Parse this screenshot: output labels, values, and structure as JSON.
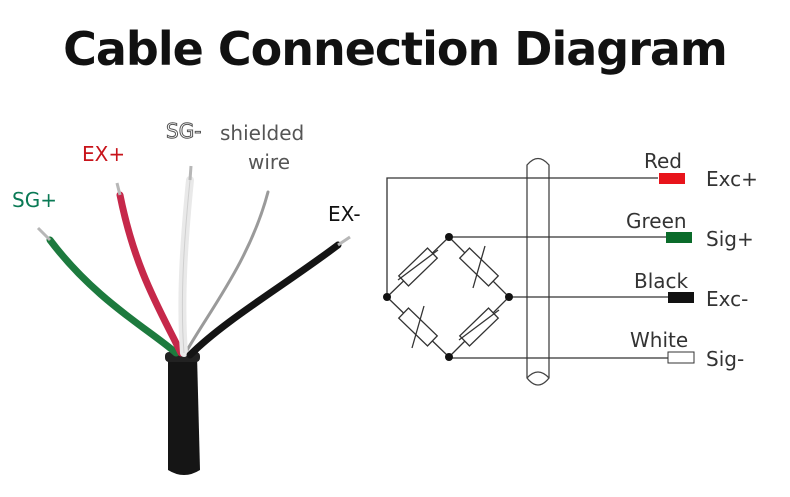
{
  "title": "Cable Connection Diagram",
  "cable": {
    "sg_plus": "SG+",
    "ex_plus": "EX+",
    "sg_minus": "SG-",
    "shielded_line1": "shielded",
    "shielded_line2": "wire",
    "ex_minus": "EX-"
  },
  "wires": [
    {
      "color_name": "Red",
      "signal": "Exc+",
      "color": "#e8141b"
    },
    {
      "color_name": "Green",
      "signal": "Sig+",
      "color": "#0a6b2a"
    },
    {
      "color_name": "Black",
      "signal": "Exc-",
      "color": "#111111"
    },
    {
      "color_name": "White",
      "signal": "Sig-",
      "color": "#ffffff"
    }
  ],
  "colors": {
    "sg_plus_label": "#0a7a55",
    "ex_plus_label": "#c8141b",
    "line": "#333333"
  }
}
